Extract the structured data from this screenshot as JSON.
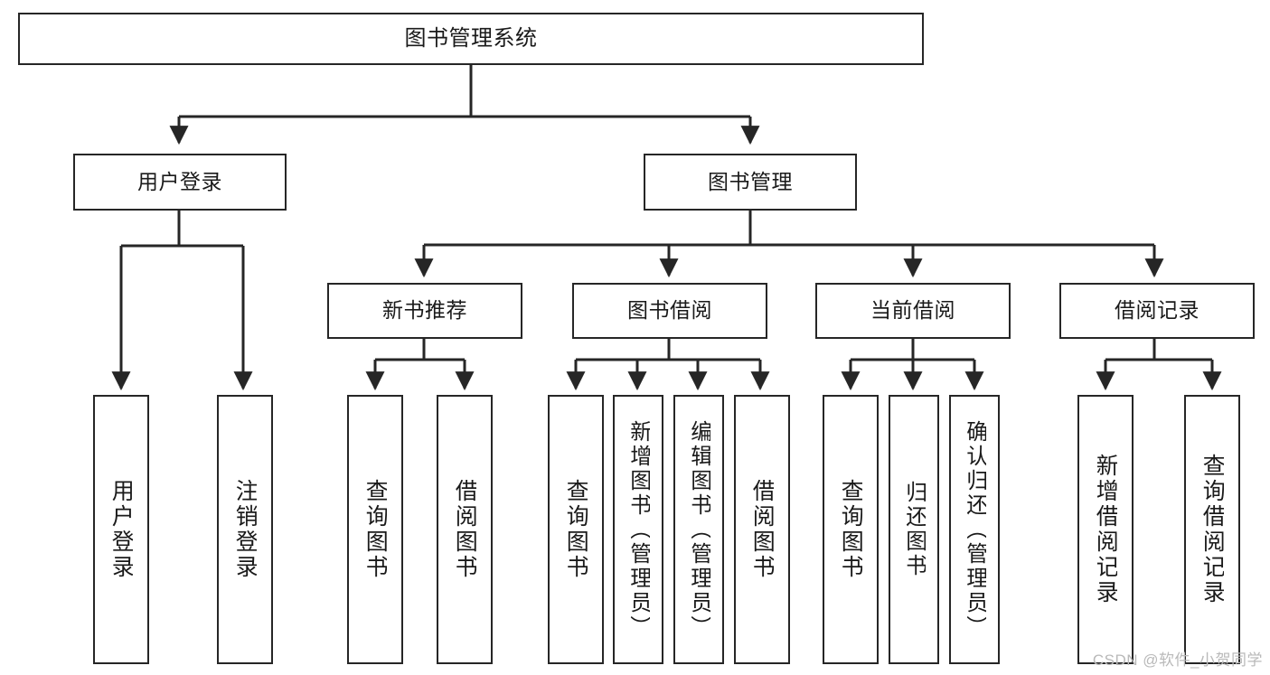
{
  "diagram": {
    "title": "图书管理系统",
    "type": "hierarchy-tree",
    "orientation": "top-down",
    "colors": {
      "box_border": "#262626",
      "box_fill": "#ffffff",
      "text": "#1a1a1a",
      "edge": "#262626",
      "watermark": "#b9b9b9",
      "background": "#ffffff"
    },
    "root": {
      "label": "图书管理系统"
    },
    "level1": [
      {
        "label": "用户登录"
      },
      {
        "label": "图书管理"
      }
    ],
    "level2": [
      {
        "label": "新书推荐"
      },
      {
        "label": "图书借阅"
      },
      {
        "label": "当前借阅"
      },
      {
        "label": "借阅记录"
      }
    ],
    "leaves": {
      "user_login": [
        {
          "label": "用户登录"
        },
        {
          "label": "注销登录"
        }
      ],
      "new_book_recommend": [
        {
          "label": "查询图书"
        },
        {
          "label": "借阅图书"
        }
      ],
      "book_borrow": [
        {
          "label": "查询图书"
        },
        {
          "label": "新增图书（管理员）"
        },
        {
          "label": "编辑图书（管理员）"
        },
        {
          "label": "借阅图书"
        }
      ],
      "current_borrow": [
        {
          "label": "查询图书"
        },
        {
          "label": "归还图书"
        },
        {
          "label": "确认归还（管理员）"
        }
      ],
      "borrow_record": [
        {
          "label": "新增借阅记录"
        },
        {
          "label": "查询借阅记录"
        }
      ]
    }
  },
  "watermark": {
    "text": "CSDN @软件_小贺同学"
  }
}
